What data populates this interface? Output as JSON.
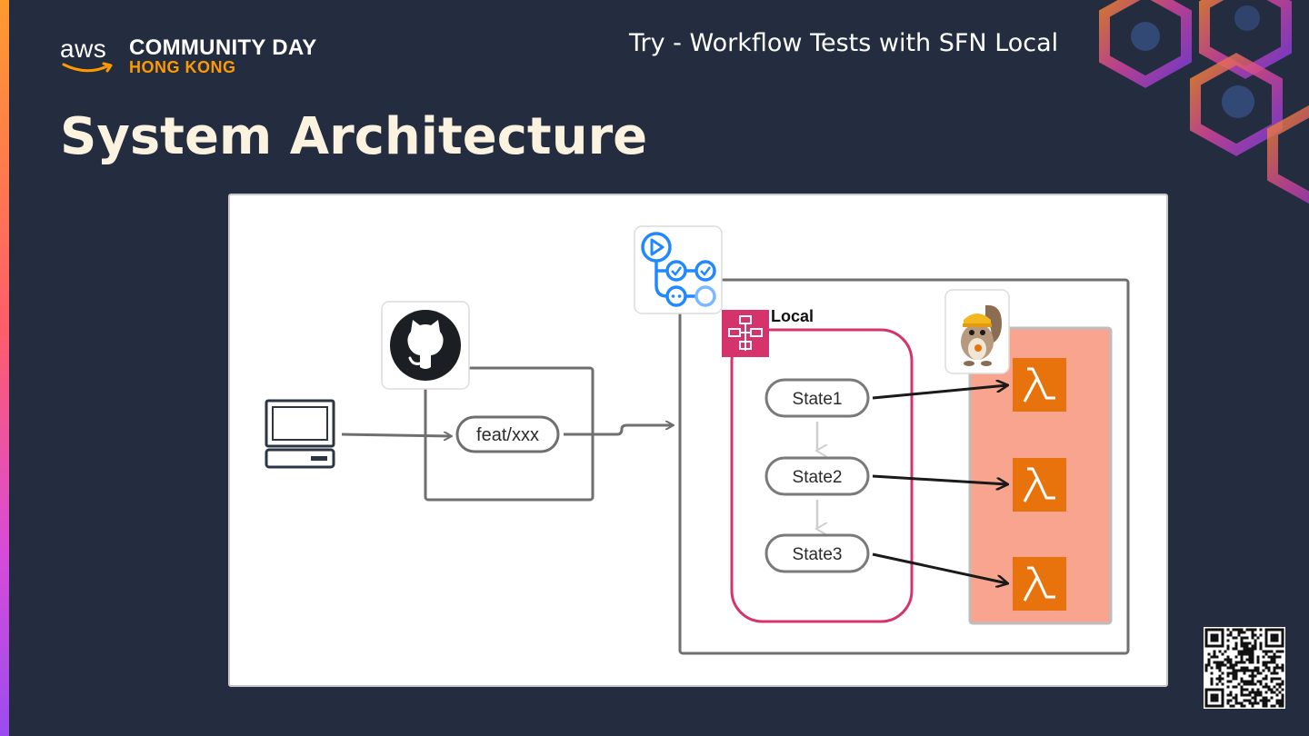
{
  "branding": {
    "aws": "aws",
    "line1": "COMMUNITY DAY",
    "line2": "HONG KONG"
  },
  "header": {
    "subtitle": "Try - Workflow Tests with SFN Local"
  },
  "slide": {
    "title": "System Architecture"
  },
  "diagram": {
    "branch_label": "feat/xxx",
    "local_label": "Local",
    "states": [
      "State1",
      "State2",
      "State3"
    ]
  },
  "colors": {
    "background": "#232d3f",
    "aws_orange": "#ff9900",
    "title_cream": "#fbf3df",
    "sfn_pink": "#d6336c",
    "lambda_orange": "#e8730c",
    "lambda_area": "#f9a48f"
  },
  "icons": [
    "laptop-icon",
    "github-icon",
    "github-actions-icon",
    "step-functions-icon",
    "localstack-mascot-icon",
    "lambda-icon",
    "qr-code"
  ]
}
